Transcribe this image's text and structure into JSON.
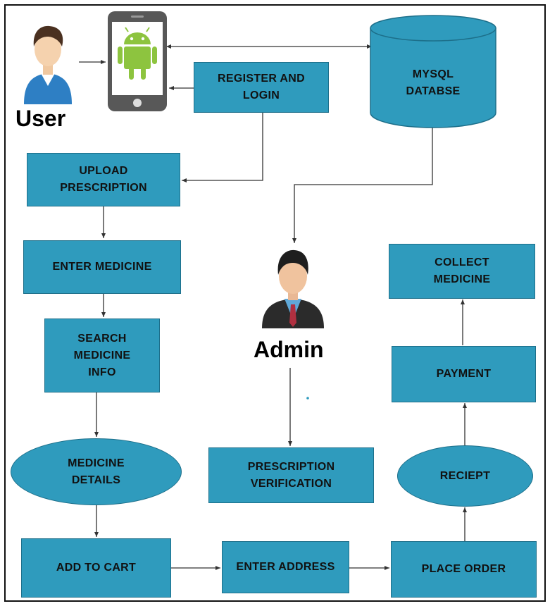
{
  "actors": {
    "user": "User",
    "admin": "Admin"
  },
  "nodes": {
    "register_login": "REGISTER AND\nLOGIN",
    "mysql_database": "MYSQL\nDATABSE",
    "upload_prescription": "UPLOAD\nPRESCRIPTION",
    "enter_medicine": "ENTER MEDICINE",
    "search_medicine_info": "SEARCH\nMEDICINE\nINFO",
    "medicine_details": "MEDICINE\nDETAILS",
    "add_to_cart": "ADD TO CART",
    "enter_address": "ENTER ADDRESS",
    "place_order": "PLACE ORDER",
    "receipt": "RECIEPT",
    "payment": "PAYMENT",
    "collect_medicine": "COLLECT\nMEDICINE",
    "prescription_verification": "PRESCRIPTION\nVERIFICATION"
  },
  "colors": {
    "node_fill": "#2f9bbd",
    "android_green": "#8dc43f",
    "phone_body": "#555555"
  },
  "icons": {
    "user": "user-avatar-icon",
    "phone": "android-phone-icon",
    "admin": "admin-avatar-icon"
  }
}
